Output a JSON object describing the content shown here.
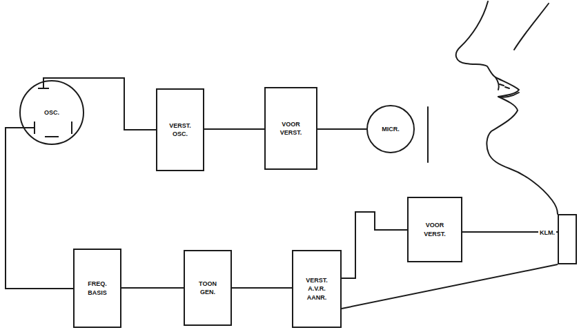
{
  "diagram": {
    "nodes": [
      {
        "text": [
          "OSC."
        ]
      },
      {
        "text": [
          "VERST. OSC."
        ]
      },
      {
        "text": [
          "VOOR VERST."
        ]
      },
      {
        "text": [
          "MICR."
        ]
      },
      {
        "text": [
          "VOOR VERST."
        ]
      },
      {
        "text": [
          "KLM."
        ]
      },
      {
        "text": [
          "FREQ. BASIS"
        ]
      },
      {
        "text": [
          "TOON GEN."
        ]
      },
      {
        "text": [
          "VERST. A.V.R. AANR."
        ]
      }
    ],
    "edges": [
      {
        "from": 0,
        "to": 1,
        "arrow": "none"
      },
      {
        "from": 1,
        "to": 2,
        "arrow": "none"
      },
      {
        "from": 2,
        "to": 3,
        "arrow": "none"
      },
      {
        "from": 8,
        "to": 4,
        "arrow": "none"
      },
      {
        "from": 4,
        "to": 5,
        "arrow": "none"
      },
      {
        "from": 8,
        "to": 5,
        "arrow": "none"
      },
      {
        "from": 6,
        "to": 7,
        "arrow": "none"
      },
      {
        "from": 7,
        "to": 8,
        "arrow": "none"
      },
      {
        "from": 6,
        "to": 0,
        "arrow": "none"
      }
    ]
  }
}
